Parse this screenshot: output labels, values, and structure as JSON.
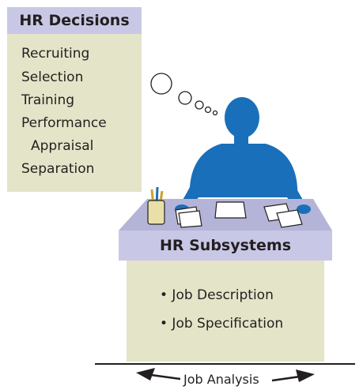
{
  "hr_decisions": {
    "title": "HR Decisions",
    "items": [
      "Recruiting",
      "Selection",
      "Training",
      "Performance",
      "Appraisal",
      "Separation"
    ]
  },
  "hr_subsystems": {
    "title": "HR Subsystems",
    "items": [
      "• Job Description",
      "• Job Specification"
    ]
  },
  "foundation": {
    "label": "Job Analysis"
  },
  "colors": {
    "figure": "#1a6fba",
    "panel": "#e4e4c8",
    "title_band": "#c8c8e6",
    "desk_top": "#b4b4d8",
    "desk_front": "#c8c8e6",
    "text": "#231f20"
  },
  "icons": [
    "thought-bubble-icon",
    "person-icon",
    "pencil-cup-icon",
    "paper-icon",
    "arrow-left-icon",
    "arrow-right-icon"
  ]
}
